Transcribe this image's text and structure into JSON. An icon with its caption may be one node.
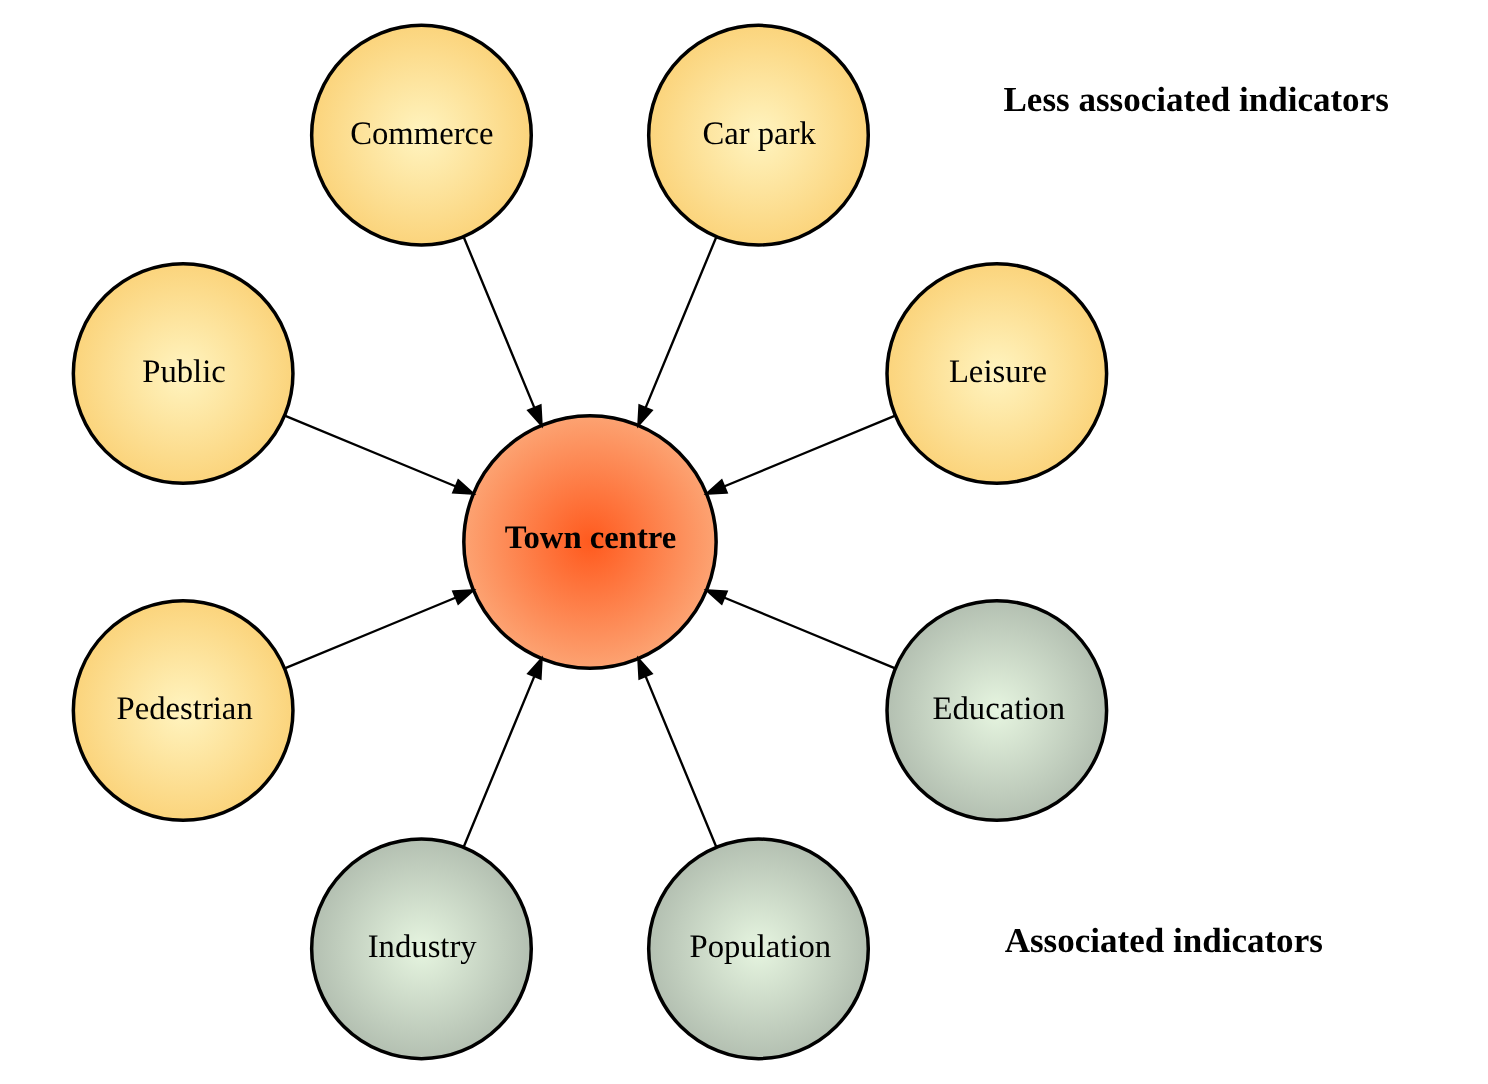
{
  "diagram": {
    "nodes": [
      {
        "text": [
          "Town centre"
        ]
      },
      {
        "text": [
          "Leisure"
        ]
      },
      {
        "text": [
          "Car park"
        ]
      },
      {
        "text": [
          "Commerce"
        ]
      },
      {
        "text": [
          "Public"
        ]
      },
      {
        "text": [
          "Pedestrian"
        ]
      },
      {
        "text": [
          "Industry"
        ]
      },
      {
        "text": [
          "Population"
        ]
      },
      {
        "text": [
          "Education"
        ]
      }
    ],
    "edges": [
      {
        "from": 1,
        "to": 0,
        "arrow": "to"
      },
      {
        "from": 2,
        "to": 0,
        "arrow": "to"
      },
      {
        "from": 3,
        "to": 0,
        "arrow": "to"
      },
      {
        "from": 4,
        "to": 0,
        "arrow": "to"
      },
      {
        "from": 5,
        "to": 0,
        "arrow": "to"
      },
      {
        "from": 6,
        "to": 0,
        "arrow": "to"
      },
      {
        "from": 7,
        "to": 0,
        "arrow": "to"
      },
      {
        "from": 8,
        "to": 0,
        "arrow": "to"
      }
    ],
    "labels": [
      "Associated indicators",
      "Less associated indicators"
    ]
  }
}
